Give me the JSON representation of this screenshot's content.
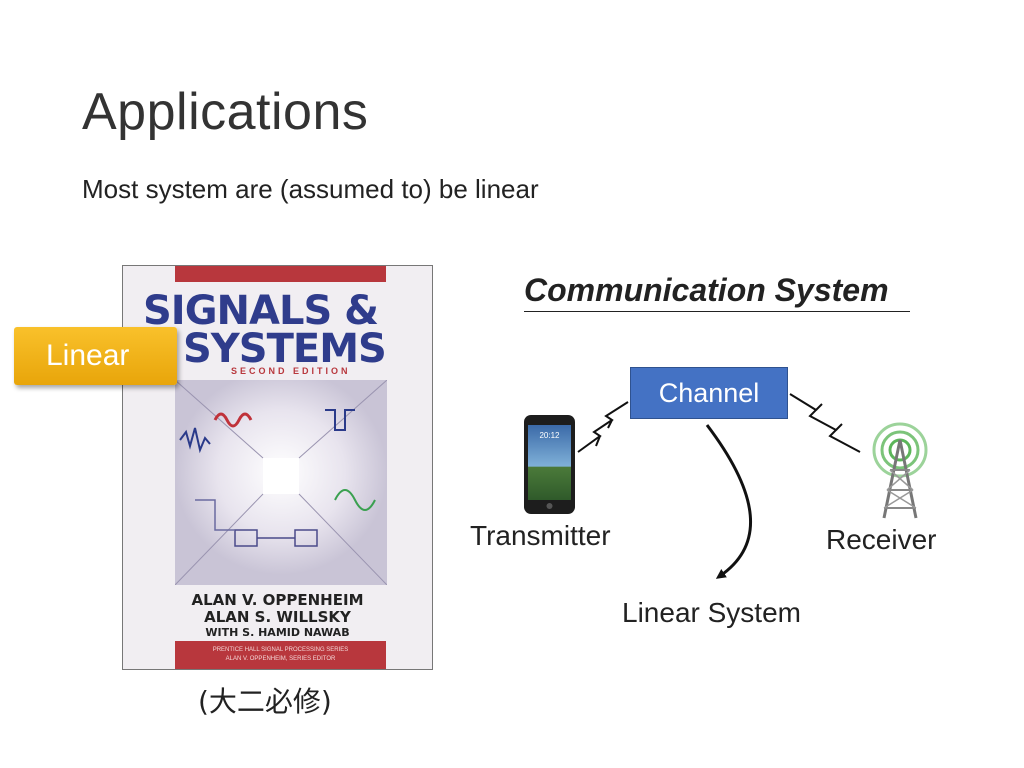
{
  "slide": {
    "title": "Applications",
    "subtitle": "Most system are (assumed to) be linear"
  },
  "book": {
    "title_line1": "SIGNALS &",
    "title_line2": "SYSTEMS",
    "edition": "SECOND EDITION",
    "author1": "ALAN V. OPPENHEIM",
    "author2": "ALAN S. WILLSKY",
    "author3": "WITH S. HAMID NAWAB",
    "series_line1": "PRENTICE HALL SIGNAL PROCESSING SERIES",
    "series_line2": "ALAN V. OPPENHEIM, SERIES EDITOR",
    "caption": "(大二必修)"
  },
  "tag": {
    "label": "Linear",
    "color": "#f5b51b"
  },
  "diagram": {
    "title": "Communication System",
    "channel_label": "Channel",
    "channel_color": "#4472c4",
    "transmitter_label": "Transmitter",
    "receiver_label": "Receiver",
    "linear_system_label": "Linear System",
    "phone_time": "20:12"
  }
}
